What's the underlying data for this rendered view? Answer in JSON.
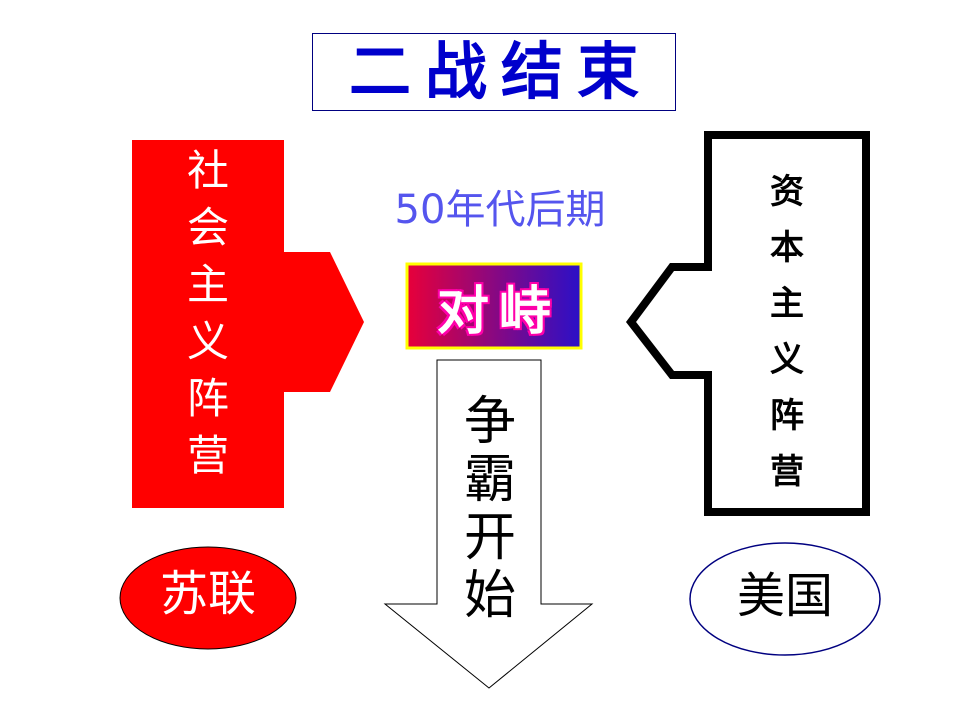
{
  "title": "二战结束",
  "socialist_camp": [
    "社",
    "会",
    "主",
    "义",
    "阵",
    "营"
  ],
  "capitalist_camp": [
    "资",
    "本",
    "主",
    "义",
    "阵",
    "营"
  ],
  "period": "50年代后期",
  "confrontation": "对峙",
  "hegemony": [
    "争",
    "霸",
    "开",
    "始"
  ],
  "soviet_union": "苏联",
  "usa": "美国",
  "colors": {
    "title": "#0000cc",
    "left_arrow": "#ff0000",
    "period": "#5555ee",
    "confrontation_border": "#ffff00",
    "confrontation_gradient": [
      "#e8003a",
      "#2a10c8"
    ],
    "soviet_ellipse": "#ff0000",
    "usa_ellipse_border": "#000080"
  }
}
